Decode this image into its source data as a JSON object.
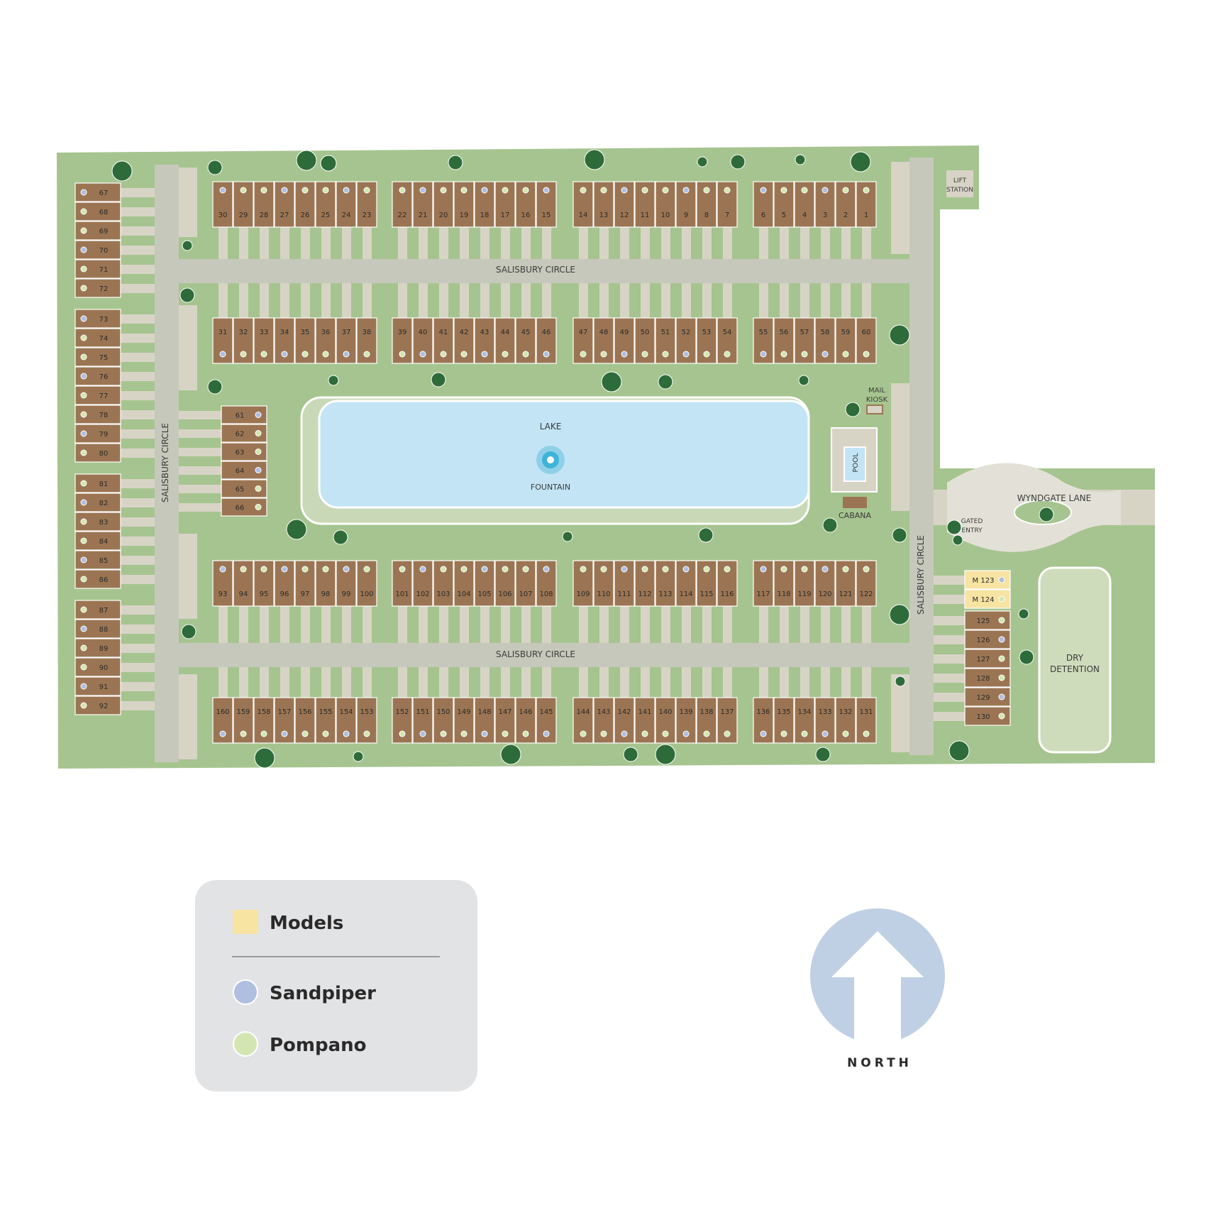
{
  "labels": {
    "salisbury_circle": "SALISBURY CIRCLE",
    "lake": "LAKE",
    "fountain": "FOUNTAIN",
    "pool": "POOL",
    "cabana": "CABANA",
    "mail_kiosk_1": "MAIL",
    "mail_kiosk_2": "KIOSK",
    "lift_station_1": "LIFT",
    "lift_station_2": "STATION",
    "wyndgate_lane": "WYNDGATE LANE",
    "gated_entry_1": "GATED",
    "gated_entry_2": "ENTRY",
    "dry_detention_1": "DRY",
    "dry_detention_2": "DETENTION"
  },
  "legend": {
    "models": "Models",
    "sandpiper": "Sandpiper",
    "pompano": "Pompano"
  },
  "north": "NORTH",
  "colors": {
    "grass": "#a6c48f",
    "road": "#c7c8bc",
    "driveway": "#d7d4c6",
    "lot": "#9b7553",
    "model_lot": "#f7e3a2",
    "lake": "#c3e4f5",
    "sandpiper": "#b0bedf",
    "pompano": "#d3e6b2",
    "north_circle": "#c0d0e4"
  },
  "lots": {
    "top_row_1": [
      "30",
      "29",
      "28",
      "27",
      "26",
      "25",
      "24",
      "23",
      "22",
      "21",
      "20",
      "19",
      "18",
      "17",
      "16",
      "15",
      "14",
      "13",
      "12",
      "11",
      "10",
      "9",
      "8",
      "7",
      "6",
      "5",
      "4",
      "3",
      "2",
      "1"
    ],
    "top_row_2": [
      "31",
      "32",
      "33",
      "34",
      "35",
      "36",
      "37",
      "38",
      "39",
      "40",
      "41",
      "42",
      "43",
      "44",
      "45",
      "46",
      "47",
      "48",
      "49",
      "50",
      "51",
      "52",
      "53",
      "54",
      "55",
      "56",
      "57",
      "58",
      "59",
      "60"
    ],
    "bottom_row_1": [
      "93",
      "94",
      "95",
      "96",
      "97",
      "98",
      "99",
      "100",
      "101",
      "102",
      "103",
      "104",
      "105",
      "106",
      "107",
      "108",
      "109",
      "110",
      "111",
      "112",
      "113",
      "114",
      "115",
      "116",
      "117",
      "118",
      "119",
      "120",
      "121",
      "122"
    ],
    "bottom_row_2": [
      "160",
      "159",
      "158",
      "157",
      "156",
      "155",
      "154",
      "153",
      "152",
      "151",
      "150",
      "149",
      "148",
      "147",
      "146",
      "145",
      "144",
      "143",
      "142",
      "141",
      "140",
      "139",
      "138",
      "137",
      "136",
      "135",
      "134",
      "133",
      "132",
      "131"
    ],
    "left_column": [
      "67",
      "68",
      "69",
      "70",
      "71",
      "72",
      "73",
      "74",
      "75",
      "76",
      "77",
      "78",
      "79",
      "80",
      "81",
      "82",
      "83",
      "84",
      "85",
      "86",
      "87",
      "88",
      "89",
      "90",
      "91",
      "92"
    ],
    "inner_column": [
      "61",
      "62",
      "63",
      "64",
      "65",
      "66"
    ],
    "right_column": [
      "M 123",
      "M 124",
      "125",
      "126",
      "127",
      "128",
      "129",
      "130"
    ]
  }
}
